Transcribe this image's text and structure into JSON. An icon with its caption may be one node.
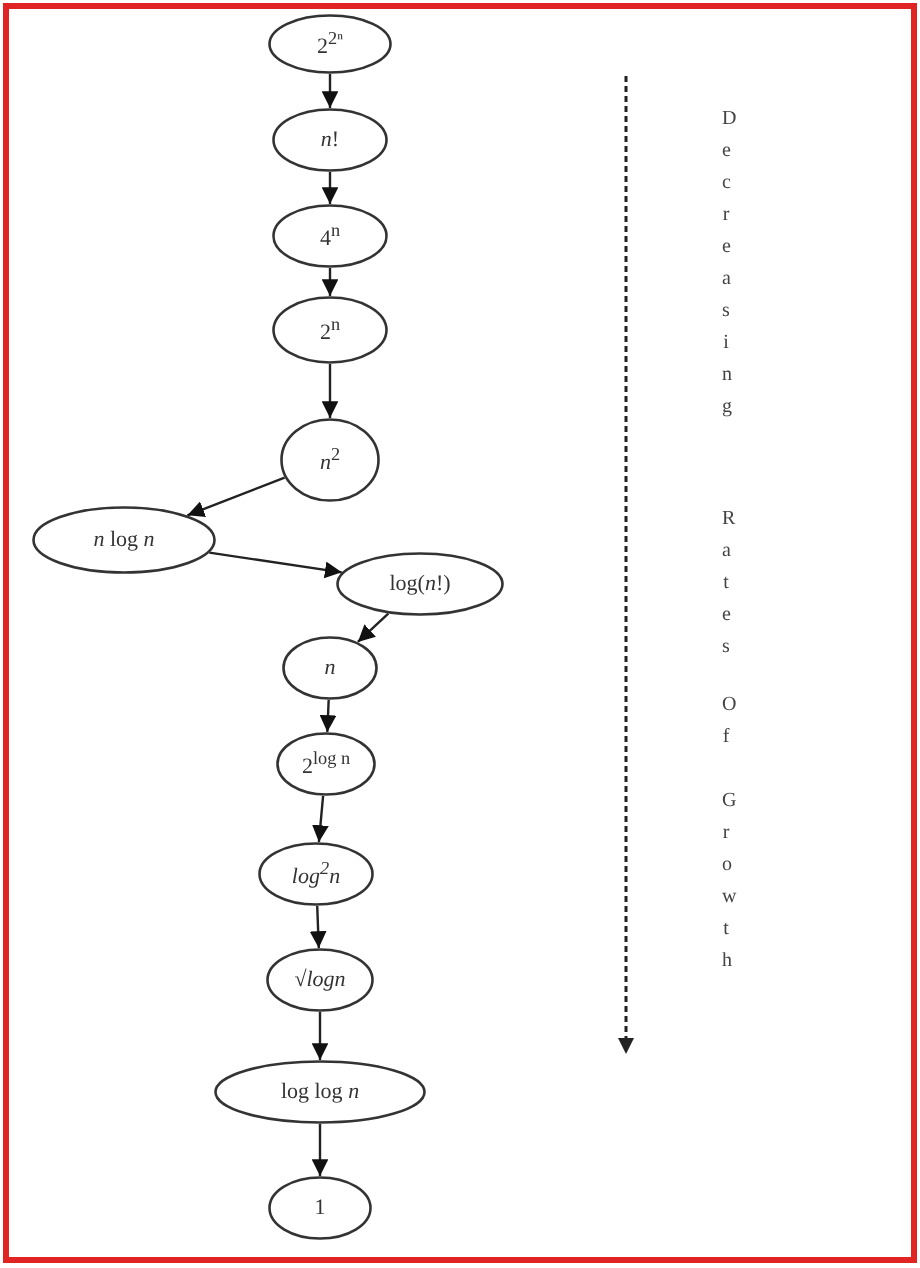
{
  "diagram": {
    "nodes": [
      {
        "text": [
          "2$^{2ⁿ}$"
        ]
      },
      {
        "text": [
          "*n*!"
        ]
      },
      {
        "text": [
          "4$^{n}$"
        ]
      },
      {
        "text": [
          "2$^{n}$"
        ]
      },
      {
        "text": [
          "*n*$^{2}$"
        ]
      },
      {
        "text": [
          "*n* log *n*"
        ]
      },
      {
        "text": [
          "log(*n*!)"
        ]
      },
      {
        "text": [
          "n"
        ]
      },
      {
        "text": [
          "2$^{log n}$"
        ]
      },
      {
        "text": [
          "log$^{2}$n"
        ]
      },
      {
        "text": [
          "√logn"
        ]
      },
      {
        "text": [
          "log log *n*"
        ]
      },
      {
        "text": [
          "1"
        ]
      }
    ],
    "edges": [
      {
        "from": 0,
        "to": 1,
        "arrow": "to"
      },
      {
        "from": 1,
        "to": 2,
        "arrow": "to"
      },
      {
        "from": 2,
        "to": 3,
        "arrow": "to"
      },
      {
        "from": 3,
        "to": 4,
        "arrow": "to"
      },
      {
        "from": 4,
        "to": 5,
        "arrow": "to"
      },
      {
        "from": 5,
        "to": 6,
        "arrow": "to"
      },
      {
        "from": 6,
        "to": 7,
        "arrow": "to"
      },
      {
        "from": 7,
        "to": 8,
        "arrow": "to"
      },
      {
        "from": 8,
        "to": 9,
        "arrow": "to"
      },
      {
        "from": 9,
        "to": 10,
        "arrow": "to"
      },
      {
        "from": 10,
        "to": 11,
        "arrow": "to"
      },
      {
        "from": 11,
        "to": 12,
        "arrow": "to"
      }
    ],
    "labels": [
      "Decreasing",
      "Rates",
      "Of",
      "Growth"
    ]
  }
}
